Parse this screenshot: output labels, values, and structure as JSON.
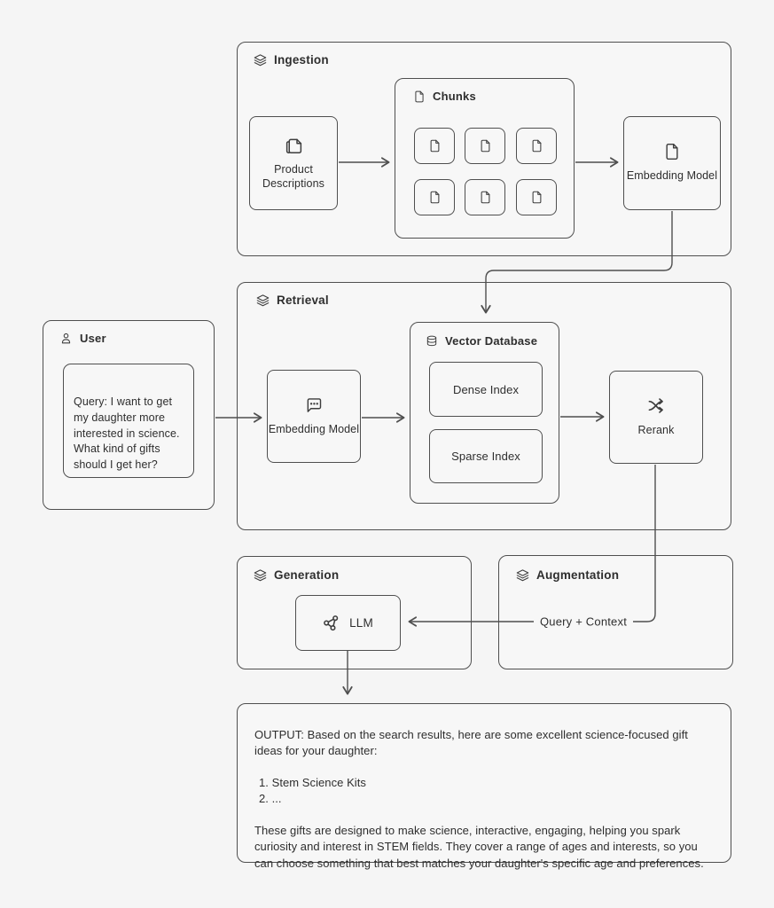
{
  "diagram": {
    "ingestion": {
      "title": "Ingestion",
      "product_descriptions_label": "Product Descriptions",
      "chunks_title": "Chunks",
      "chunk_count": 6,
      "embedding_model_label": "Embedding Model"
    },
    "retrieval": {
      "title": "Retrieval",
      "user_title": "User",
      "user_query": "Query: I want to get my daughter more interested in science. What kind of gifts should I get her?",
      "embedding_model_label": "Embedding Model",
      "vector_database_title": "Vector Database",
      "dense_index_label": "Dense Index",
      "sparse_index_label": "Sparse Index",
      "rerank_label": "Rerank"
    },
    "generation": {
      "title": "Generation",
      "llm_label": "LLM"
    },
    "augmentation": {
      "title": "Augmentation",
      "query_context_label": "Query + Context"
    },
    "output": {
      "intro": "OUTPUT: Based on the search results, here are some excellent science-focused gift ideas for your daughter:",
      "items": [
        "1. Stem Science Kits",
        "2. ..."
      ],
      "closing": "These gifts are designed to make science, interactive, engaging, helping you spark curiosity and interest in STEM fields. They cover a range of ages and interests, so you can choose something that best matches your daughter's specific age and preferences."
    }
  },
  "icons": {
    "section": "layers-icon",
    "document": "file-icon",
    "copy": "copy-pages-icon",
    "user": "person-icon",
    "embedding_chat": "message-dots-icon",
    "database": "database-icon",
    "rerank": "shuffle-icon",
    "llm": "network-share-icon"
  },
  "colors": {
    "background": "#f5f5f5",
    "box_fill": "#f7f7f7",
    "border": "#4f4f4f",
    "text": "#2e2e2e"
  }
}
